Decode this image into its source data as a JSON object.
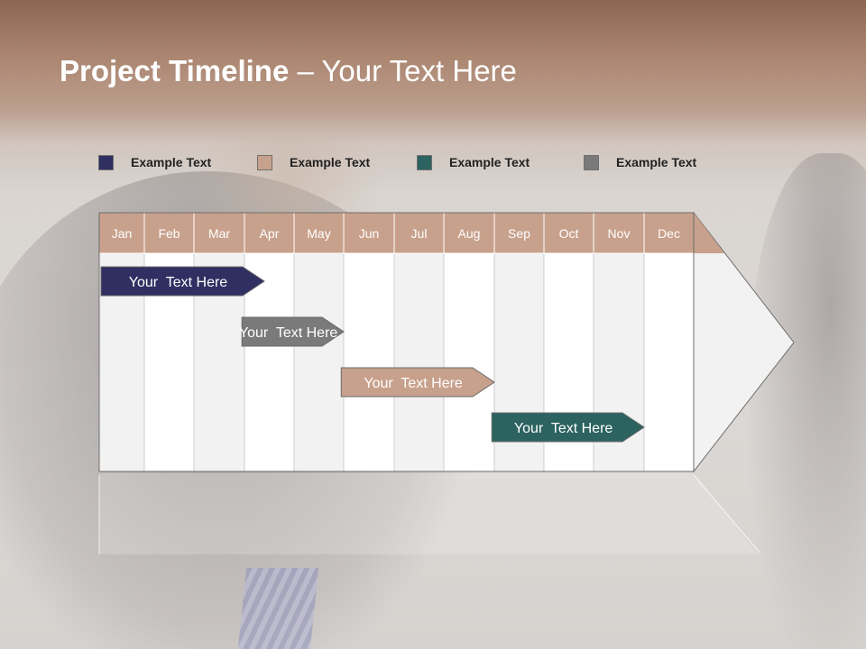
{
  "title": {
    "bold": "Project Timeline",
    "rest": " – Your Text Here"
  },
  "legend": [
    {
      "label": "Example Text",
      "color": "#2f2f62"
    },
    {
      "label": "Example Text",
      "color": "#c8a18c"
    },
    {
      "label": "Example Text",
      "color": "#2c6360"
    },
    {
      "label": "Example Text",
      "color": "#7a7a7a"
    }
  ],
  "months": [
    "Jan",
    "Feb",
    "Mar",
    "Apr",
    "May",
    "Jun",
    "Jul",
    "Aug",
    "Sep",
    "Oct",
    "Nov",
    "Dec"
  ],
  "header_color": "#c8a18c",
  "tasks": [
    {
      "label": "Your  Text Here",
      "color": "#2f2f62",
      "start_month": 1.0,
      "end_month": 4.4
    },
    {
      "label": "Your  Text Here",
      "color": "#7a7a7a",
      "start_month": 3.95,
      "end_month": 6.0
    },
    {
      "label": "Your  Text Here",
      "color": "#c8a18c",
      "start_month": 5.95,
      "end_month": 9.0
    },
    {
      "label": "Your  Text Here",
      "color": "#2c6360",
      "start_month": 8.95,
      "end_month": 12.0
    }
  ]
}
